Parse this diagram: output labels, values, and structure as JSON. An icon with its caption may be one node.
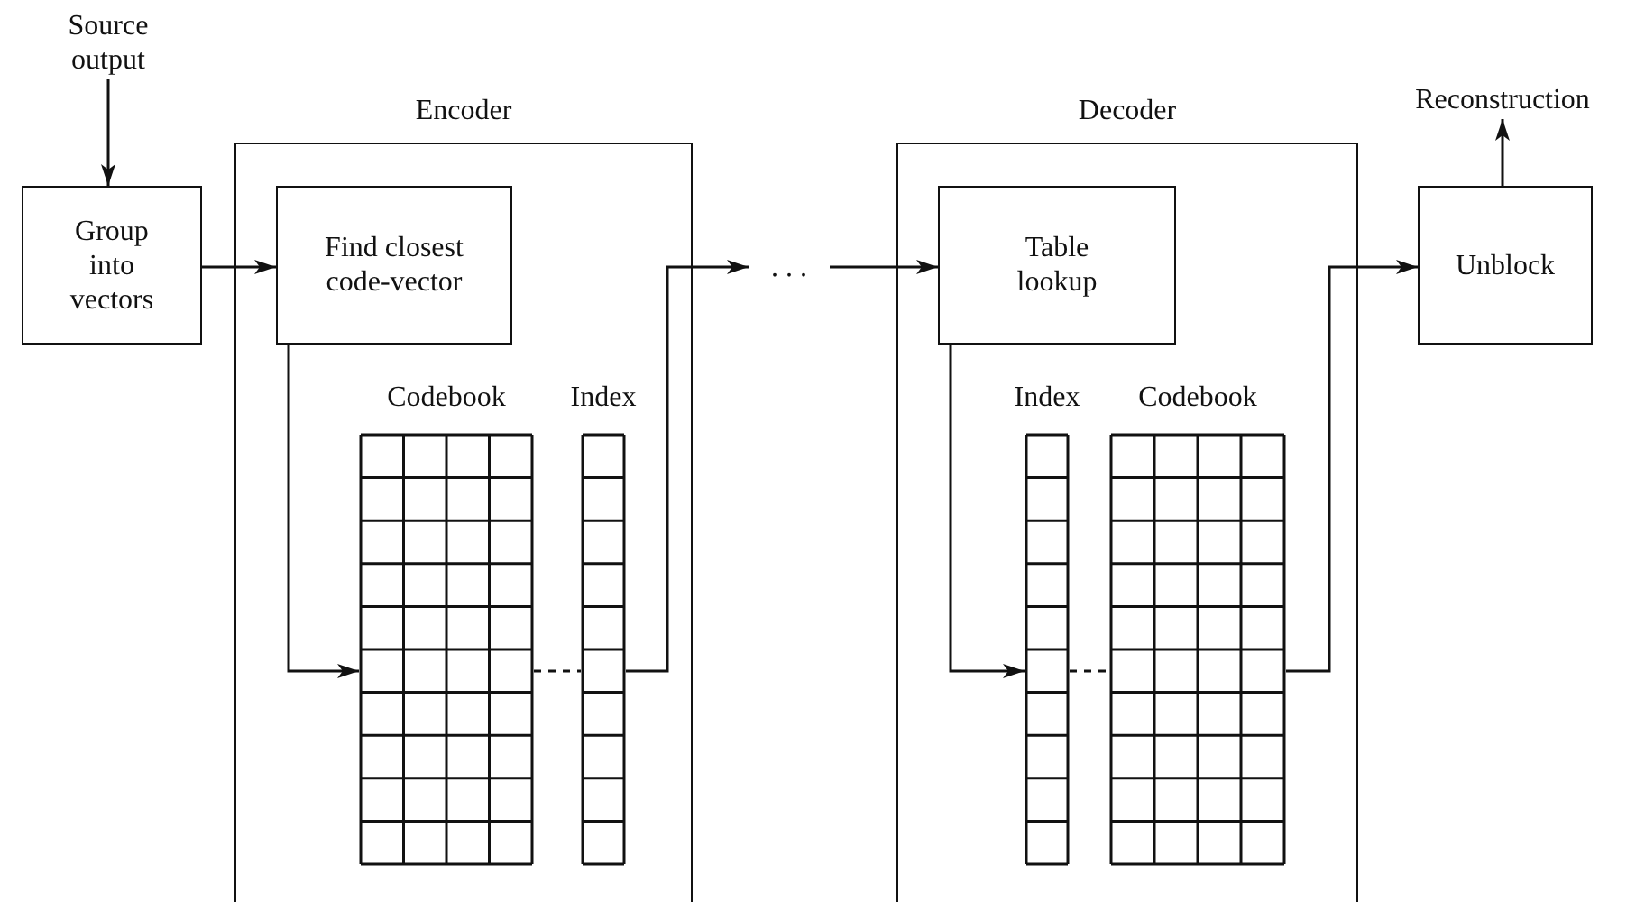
{
  "diagram": {
    "nodes": [
      {
        "text": [
          "Source output"
        ]
      },
      {
        "text": [
          "Group into vectors"
        ]
      },
      {
        "text": [
          "Encoder"
        ]
      },
      {
        "text": [
          "Find closest code-vector"
        ],
        "in": 2
      },
      {
        "text": [
          "Codebook"
        ],
        "in": 2
      },
      {
        "text": [
          "Index"
        ],
        "in": 2
      },
      {
        "text": [
          ". . ."
        ]
      },
      {
        "text": [
          "Decoder"
        ]
      },
      {
        "text": [
          "Table lookup"
        ],
        "in": 7
      },
      {
        "text": [
          "Index"
        ],
        "in": 7
      },
      {
        "text": [
          "Codebook"
        ],
        "in": 7
      },
      {
        "text": [
          "Unblock"
        ]
      },
      {
        "text": [
          "Reconstruction"
        ]
      }
    ],
    "edges": [
      {
        "from": 0,
        "to": 1,
        "arrow": "to"
      },
      {
        "from": 1,
        "to": 3,
        "arrow": "to"
      },
      {
        "from": 3,
        "to": 4,
        "arrow": "to"
      },
      {
        "from": 4,
        "to": 5,
        "arrow": "none",
        "style": "dashed"
      },
      {
        "from": 5,
        "to": 6,
        "arrow": "to"
      },
      {
        "from": 6,
        "to": 8,
        "arrow": "to"
      },
      {
        "from": 8,
        "to": 9,
        "arrow": "to"
      },
      {
        "from": 9,
        "to": 10,
        "arrow": "none",
        "style": "dashed"
      },
      {
        "from": 10,
        "to": 11,
        "arrow": "to"
      },
      {
        "from": 11,
        "to": 12,
        "arrow": "to"
      }
    ]
  }
}
